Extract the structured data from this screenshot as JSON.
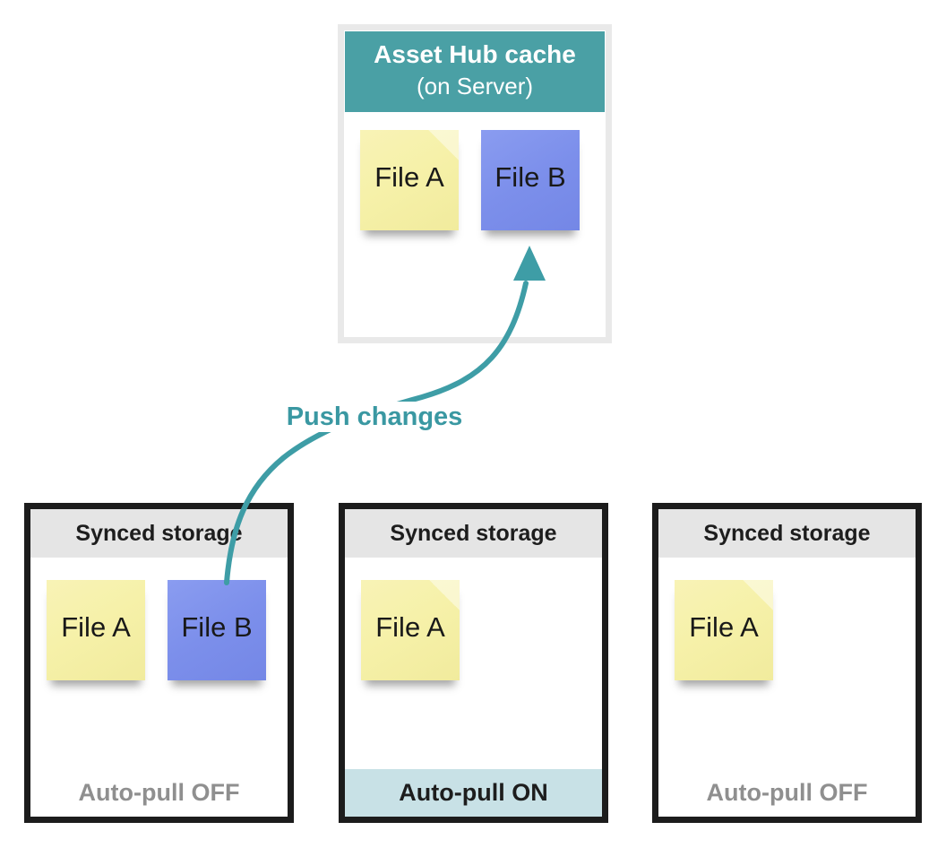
{
  "colors": {
    "hub_header_teal": "#4aa0a5",
    "arrow_teal": "#3e9da6",
    "push_label_teal": "#3a98a2",
    "note_yellow": "#f6f1a9",
    "note_blue": "#7c8feb",
    "storage_header_bg": "#e5e5e5",
    "storage_border": "#1c1c1c",
    "hub_border": "#e9e9e9",
    "auto_pull_on_bg": "#c8e1e6",
    "auto_pull_off_text": "#8f8f8f"
  },
  "hub": {
    "title": "Asset Hub cache",
    "subtitle": "(on Server)",
    "files": [
      {
        "label": "File A",
        "color": "yellow"
      },
      {
        "label": "File B",
        "color": "blue"
      }
    ]
  },
  "arrow": {
    "label": "Push changes",
    "from": "storage-1 File B",
    "to": "hub File B"
  },
  "storages": [
    {
      "title": "Synced storage",
      "footer": "Auto-pull OFF",
      "auto_pull": "OFF",
      "files": [
        {
          "label": "File A",
          "color": "yellow"
        },
        {
          "label": "File B",
          "color": "blue"
        }
      ]
    },
    {
      "title": "Synced storage",
      "footer": "Auto-pull ON",
      "auto_pull": "ON",
      "files": [
        {
          "label": "File A",
          "color": "yellow"
        }
      ]
    },
    {
      "title": "Synced storage",
      "footer": "Auto-pull OFF",
      "auto_pull": "OFF",
      "files": [
        {
          "label": "File A",
          "color": "yellow"
        }
      ]
    }
  ]
}
